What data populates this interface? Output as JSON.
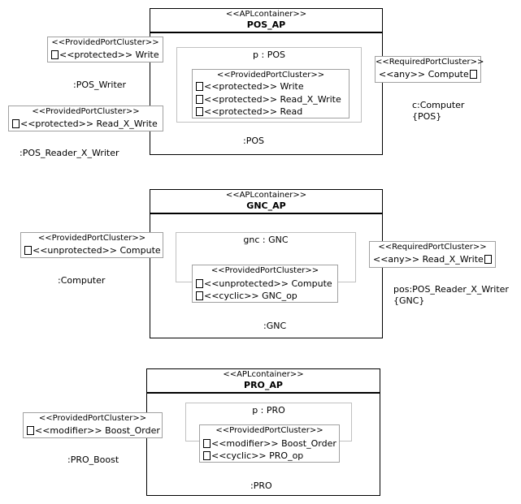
{
  "diagram1": {
    "container": {
      "stereotype": "<<APLcontainer>>",
      "name": "POS_AP"
    },
    "instance": {
      "label": "p : POS"
    },
    "inner_cluster": {
      "stereotype": "<<ProvidedPortCluster>>",
      "ports": [
        "<<protected>> Write",
        "<<protected>> Read_X_Write",
        "<<protected>> Read"
      ]
    },
    "left_cluster_1": {
      "stereotype": "<<ProvidedPortCluster>>",
      "port": "<<protected>> Write"
    },
    "left_cluster_2": {
      "stereotype": "<<ProvidedPortCluster>>",
      "port": "<<protected>> Read_X_Write"
    },
    "right_cluster": {
      "stereotype": "<<RequiredPortCluster>>",
      "port": "<<any>> Compute"
    },
    "labels": {
      "writer": ":POS_Writer",
      "reader": ":POS_Reader_X_Writer",
      "instance_bottom": ":POS",
      "computer": "c:Computer",
      "computer_tag": "{POS}"
    }
  },
  "diagram2": {
    "container": {
      "stereotype": "<<APLcontainer>>",
      "name": "GNC_AP"
    },
    "instance": {
      "label": "gnc : GNC"
    },
    "inner_cluster": {
      "stereotype": "<<ProvidedPortCluster>>",
      "ports": [
        "<<unprotected>> Compute",
        "<<cyclic>> GNC_op"
      ]
    },
    "left_cluster": {
      "stereotype": "<<ProvidedPortCluster>>",
      "port": "<<unprotected>> Compute"
    },
    "right_cluster": {
      "stereotype": "<<RequiredPortCluster>>",
      "port": "<<any>> Read_X_Write"
    },
    "labels": {
      "computer": ":Computer",
      "instance_bottom": ":GNC",
      "reader": "pos:POS_Reader_X_Writer",
      "reader_tag": "{GNC}"
    }
  },
  "diagram3": {
    "container": {
      "stereotype": "<<APLcontainer>>",
      "name": "PRO_AP"
    },
    "instance": {
      "label": "p : PRO"
    },
    "inner_cluster": {
      "stereotype": "<<ProvidedPortCluster>>",
      "ports": [
        "<<modifier>> Boost_Order",
        "<<cyclic>> PRO_op"
      ]
    },
    "left_cluster": {
      "stereotype": "<<ProvidedPortCluster>>",
      "port": "<<modifier>> Boost_Order"
    },
    "labels": {
      "boost": ":PRO_Boost",
      "instance_bottom": ":PRO"
    }
  }
}
